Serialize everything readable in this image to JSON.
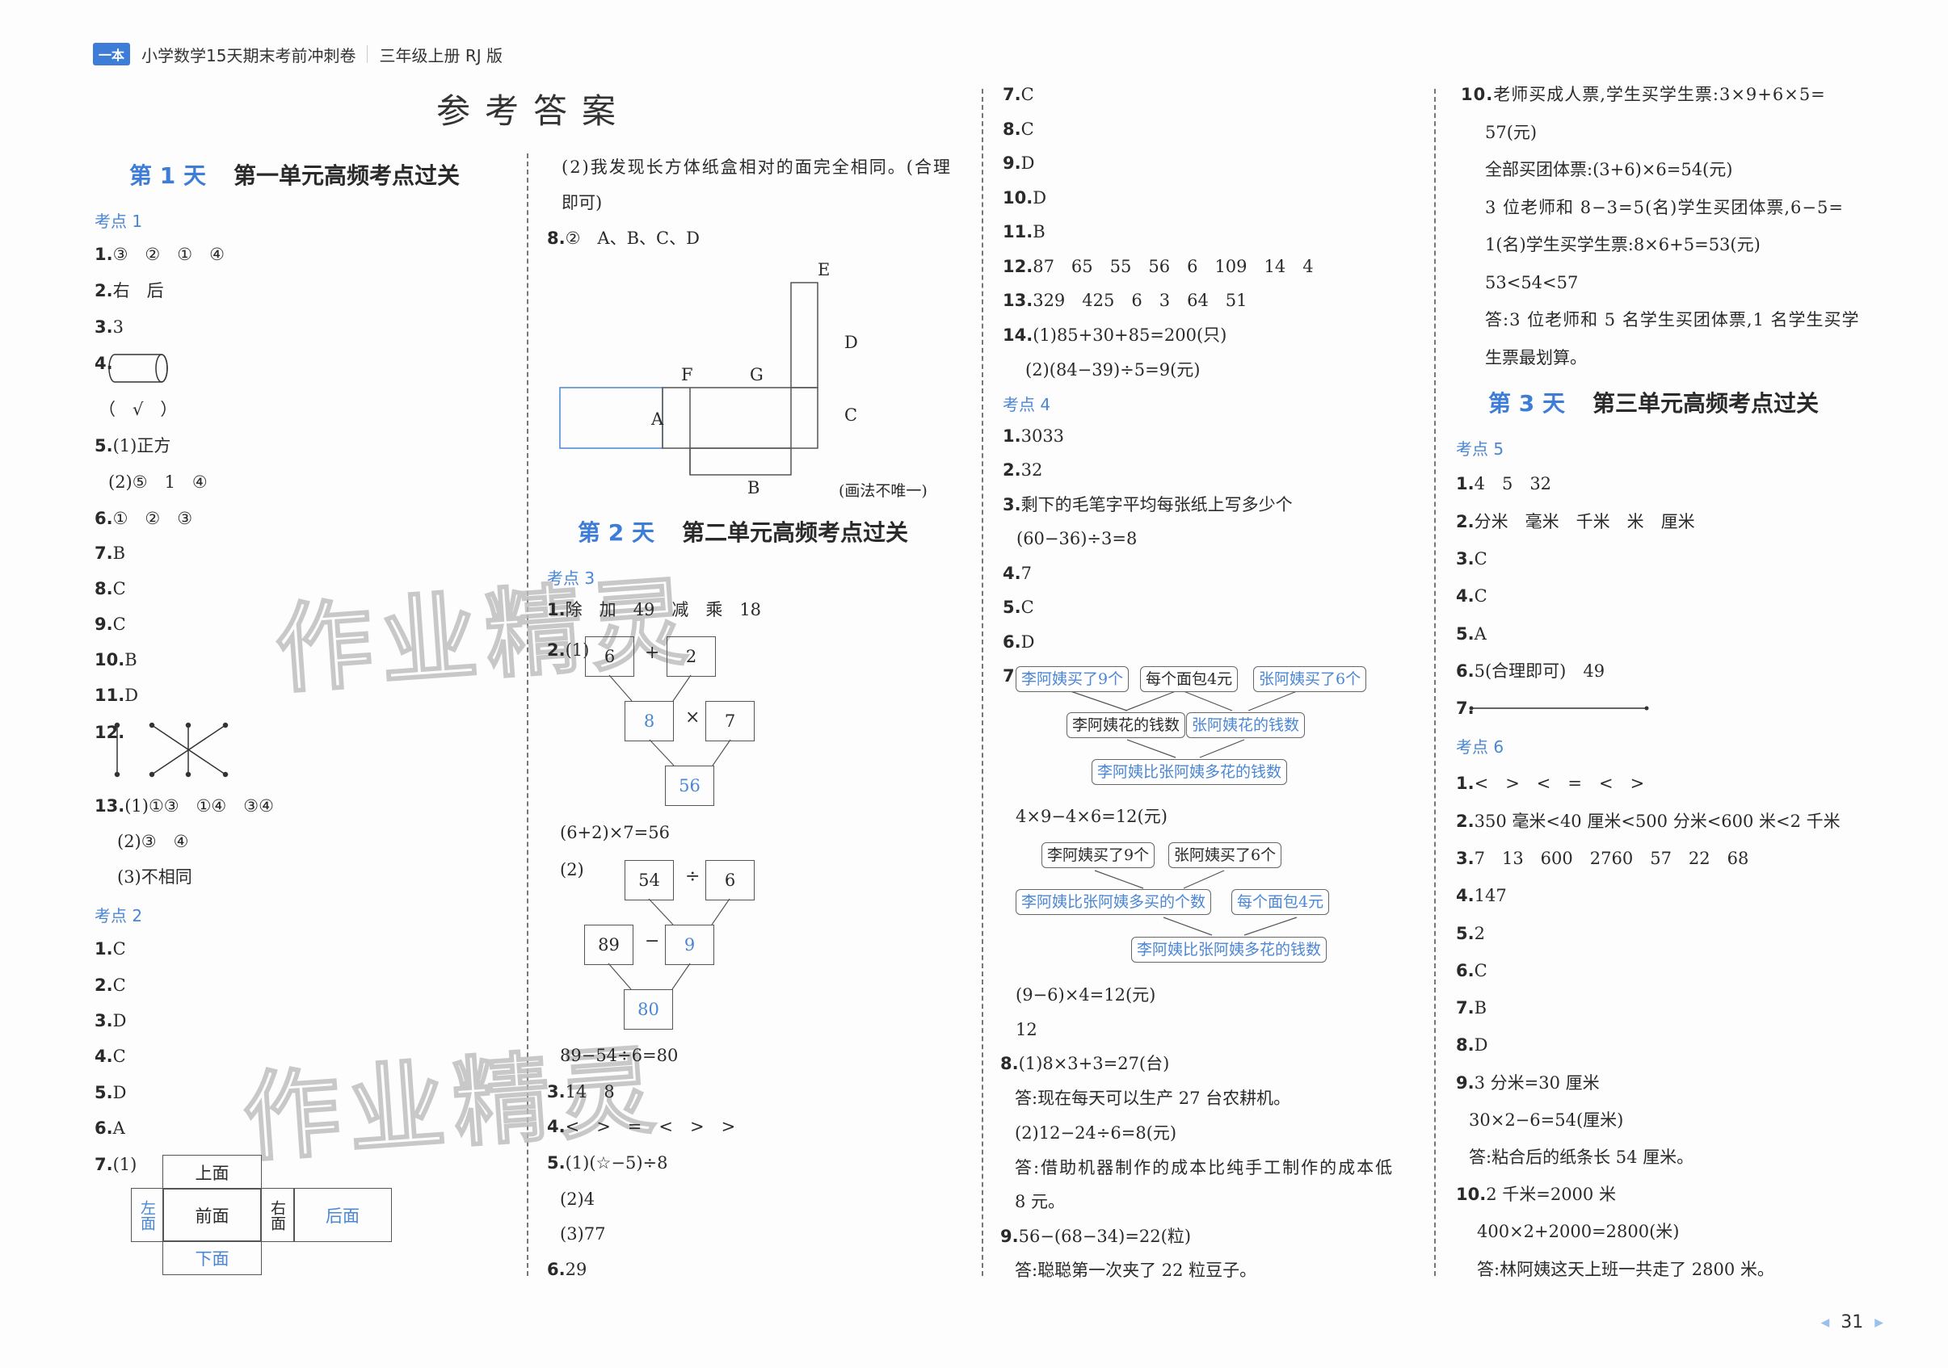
{
  "header": {
    "badge": "一本",
    "book_title": "小学数学15天期末考前冲刺卷",
    "edition": "三年级上册 RJ 版"
  },
  "page_title": "参考答案",
  "watermark": "作业精灵",
  "page_number": "31",
  "columns": {
    "col1": {
      "day1": {
        "day": "第 1 天",
        "title": "第一单元高频考点过关"
      },
      "kd1": "考点 1",
      "kd1_items": {
        "q1": {
          "n": "1.",
          "t": "③　②　①　④"
        },
        "q2": {
          "n": "2.",
          "t": "右　后"
        },
        "q3": {
          "n": "3.",
          "t": "3"
        },
        "q4": {
          "n": "4.",
          "t": ""
        },
        "q4_check": "（　√　）",
        "q5": {
          "n": "5.",
          "t": "(1)正方"
        },
        "q5b": "(2)⑤　1　④",
        "q6": {
          "n": "6.",
          "t": "①　②　③"
        },
        "q7": {
          "n": "7.",
          "t": "B"
        },
        "q8": {
          "n": "8.",
          "t": "C"
        },
        "q9": {
          "n": "9.",
          "t": "C"
        },
        "q10": {
          "n": "10.",
          "t": "B"
        },
        "q11": {
          "n": "11.",
          "t": "D"
        },
        "q12": {
          "n": "12.",
          "t": ""
        },
        "q13": {
          "n": "13.",
          "t": "(1)①③　①④　③④"
        },
        "q13b": "(2)③　④",
        "q13c": "(3)不相同"
      },
      "kd2": "考点 2",
      "kd2_items": {
        "q1": {
          "n": "1.",
          "t": "C"
        },
        "q2": {
          "n": "2.",
          "t": "C"
        },
        "q3": {
          "n": "3.",
          "t": "D"
        },
        "q4": {
          "n": "4.",
          "t": "C"
        },
        "q5": {
          "n": "5.",
          "t": "D"
        },
        "q6": {
          "n": "6.",
          "t": "A"
        },
        "q7": {
          "n": "7.",
          "t": "(1)"
        }
      },
      "net": {
        "top": "上面",
        "left": "左面",
        "front": "前面",
        "right": "右面",
        "back": "后面",
        "bottom": "下面"
      }
    },
    "col2": {
      "q7_2": "(2)我发现长方体纸盒相对的面完全相同。(合理",
      "q7_2b": "即可)",
      "q8": {
        "n": "8.",
        "t": "②　A、B、C、D"
      },
      "fig_labels": {
        "A": "A",
        "B": "B",
        "C": "C",
        "D": "D",
        "E": "E",
        "F": "F",
        "G": "G"
      },
      "fig_note": "(画法不唯一)",
      "day2": {
        "day": "第 2 天",
        "title": "第二单元高频考点过关"
      },
      "kd3": "考点 3",
      "q1": {
        "n": "1.",
        "t": "除　加　49　减　乘　18"
      },
      "q2": {
        "n": "2.",
        "t": "(1)"
      },
      "tree1": {
        "a": "6",
        "op1": "+",
        "b": "2",
        "c": "8",
        "op2": "×",
        "d": "7",
        "r": "56"
      },
      "eq1": "(6+2)×7=56",
      "q2b": "(2)",
      "tree2": {
        "a": "54",
        "op1": "÷",
        "b": "6",
        "c": "89",
        "op2": "−",
        "d": "9",
        "r": "80"
      },
      "eq2": "89−54÷6=80",
      "q3": {
        "n": "3.",
        "t": "14　8"
      },
      "q4": {
        "n": "4.",
        "t": "<　>　=　<　>　>"
      },
      "q5": {
        "n": "5.",
        "t": "(1)(☆−5)÷8"
      },
      "q5b": "(2)4",
      "q5c": "(3)77",
      "q6": {
        "n": "6.",
        "t": "29"
      }
    },
    "col3": {
      "q7": {
        "n": "7.",
        "t": "C"
      },
      "q8": {
        "n": "8.",
        "t": "C"
      },
      "q9": {
        "n": "9.",
        "t": "D"
      },
      "q10": {
        "n": "10.",
        "t": "D"
      },
      "q11": {
        "n": "11.",
        "t": "B"
      },
      "q12": {
        "n": "12.",
        "t": "87　65　55　56　6　109　14　4"
      },
      "q13": {
        "n": "13.",
        "t": "329　425　6　3　64　51"
      },
      "q14": {
        "n": "14.",
        "t": "(1)85+30+85=200(只)"
      },
      "q14b": "(2)(84−39)÷5=9(元)",
      "kd4": "考点 4",
      "k1": {
        "n": "1.",
        "t": "3033"
      },
      "k2": {
        "n": "2.",
        "t": "32"
      },
      "k3": {
        "n": "3.",
        "t": "剩下的毛笔字平均每张纸上写多少个"
      },
      "k3b": "(60−36)÷3=8",
      "k4": {
        "n": "4.",
        "t": "7"
      },
      "k5": {
        "n": "5.",
        "t": "C"
      },
      "k6": {
        "n": "6.",
        "t": "D"
      },
      "k7": {
        "n": "7.",
        "t": ""
      },
      "diag1": {
        "b1": "李阿姨买了9个",
        "b2": "每个面包4元",
        "b3": "张阿姨买了6个",
        "m1": "李阿姨花的钱数",
        "m2": "张阿姨花的钱数",
        "r": "李阿姨比张阿姨多花的钱数"
      },
      "eq1": "4×9−4×6=12(元)",
      "diag2": {
        "b1": "李阿姨买了9个",
        "b2": "张阿姨买了6个",
        "m1": "李阿姨比张阿姨多买的个数",
        "m2": "每个面包4元",
        "r": "李阿姨比张阿姨多花的钱数"
      },
      "eq2": "(9−6)×4=12(元)",
      "ans12": "12",
      "k8": {
        "n": "8.",
        "t": "(1)8×3+3=27(台)"
      },
      "k8a": "答:现在每天可以生产 27 台农耕机。",
      "k8b": "(2)12−24÷6=8(元)",
      "k8c": "答:借助机器制作的成本比纯手工制作的成本低",
      "k8d": "8 元。",
      "k9": {
        "n": "9.",
        "t": "56−(68−34)=22(粒)"
      },
      "k9a": "答:聪聪第一次夹了 22 粒豆子。"
    },
    "col4": {
      "q10": {
        "n": "10.",
        "t": "老师买成人票,学生买学生票:3×9+6×5="
      },
      "q10a": "57(元)",
      "q10b": "全部买团体票:(3+6)×6=54(元)",
      "q10c": "3 位老师和 8−3=5(名)学生买团体票,6−5=",
      "q10d": "1(名)学生买学生票:8×6+5=53(元)",
      "q10e": "53<54<57",
      "q10f": "答:3 位老师和 5 名学生买团体票,1 名学生买学",
      "q10g": "生票最划算。",
      "day3": {
        "day": "第 3 天",
        "title": "第三单元高频考点过关"
      },
      "kd5": "考点 5",
      "a1": {
        "n": "1.",
        "t": "4　5　32"
      },
      "a2": {
        "n": "2.",
        "t": "分米　毫米　千米　米　厘米"
      },
      "a3": {
        "n": "3.",
        "t": "C"
      },
      "a4": {
        "n": "4.",
        "t": "C"
      },
      "a5": {
        "n": "5.",
        "t": "A"
      },
      "a6": {
        "n": "6.",
        "t": "5(合理即可)　49"
      },
      "a7": {
        "n": "7.",
        "t": ""
      },
      "kd6": "考点 6",
      "b1": {
        "n": "1.",
        "t": "<　>　<　=　<　>"
      },
      "b2": {
        "n": "2.",
        "t": "350 毫米<40 厘米<500 分米<600 米<2 千米"
      },
      "b3": {
        "n": "3.",
        "t": "7　13　600　2760　57　22　68"
      },
      "b4": {
        "n": "4.",
        "t": "147"
      },
      "b5": {
        "n": "5.",
        "t": "2"
      },
      "b6": {
        "n": "6.",
        "t": "C"
      },
      "b7": {
        "n": "7.",
        "t": "B"
      },
      "b8": {
        "n": "8.",
        "t": "D"
      },
      "b9": {
        "n": "9.",
        "t": "3 分米=30 厘米"
      },
      "b9a": "30×2−6=54(厘米)",
      "b9b": "答:粘合后的纸条长 54 厘米。",
      "b10": {
        "n": "10.",
        "t": "2 千米=2000 米"
      },
      "b10a": "400×2+2000=2800(米)",
      "b10b": "答:林阿姨这天上班一共走了 2800 米。"
    }
  }
}
